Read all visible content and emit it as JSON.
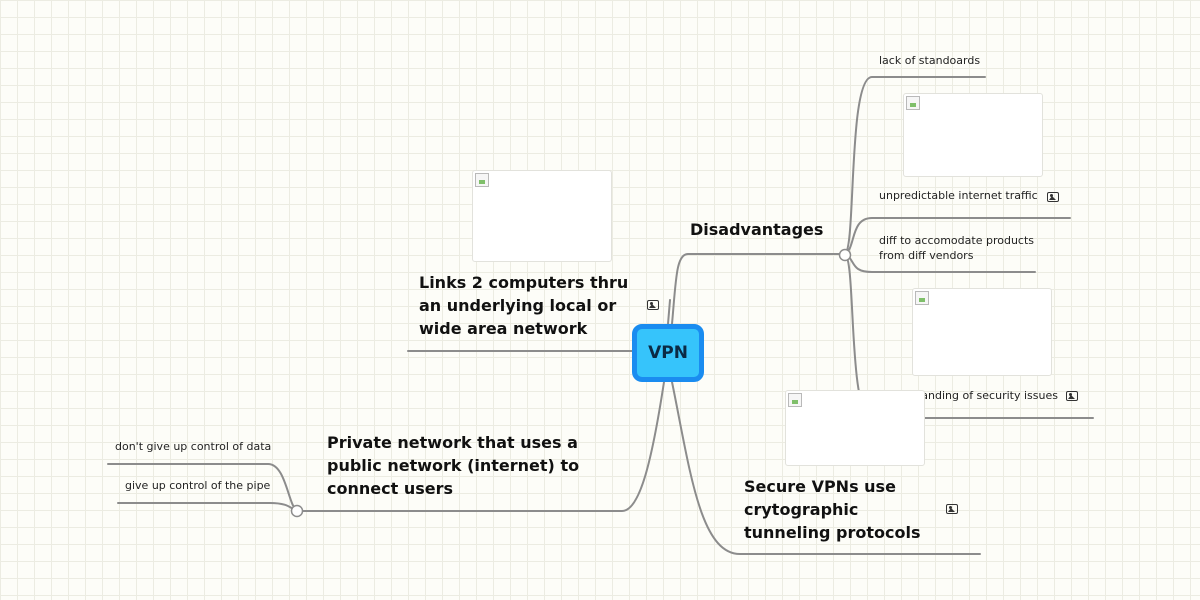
{
  "central": {
    "label": "VPN"
  },
  "nodes": {
    "links": {
      "label": "Links 2 computers thru an underlying local or wide area network"
    },
    "private": {
      "label": "Private network that uses a public network (internet) to connect users"
    },
    "disadvantages": {
      "label": "Disadvantages"
    },
    "secure": {
      "label": "Secure VPNs use crytographic tunneling protocols"
    }
  },
  "private_children": [
    {
      "label": "don't give up control of data"
    },
    {
      "label": "give up control of the pipe"
    }
  ],
  "disadvantages_children": [
    {
      "label": "lack of standoards"
    },
    {
      "label": "unpredictable internet traffic"
    },
    {
      "label": "diff to accomodate products from diff vendors"
    },
    {
      "label": "understanding of security issues"
    }
  ],
  "icons": {
    "image_attachment": "image-icon",
    "collapse_joint": "branch-joint"
  },
  "colors": {
    "central_border": "#1a8cf0",
    "central_fill": "#36c4fb",
    "connector": "#8c8c8c"
  }
}
